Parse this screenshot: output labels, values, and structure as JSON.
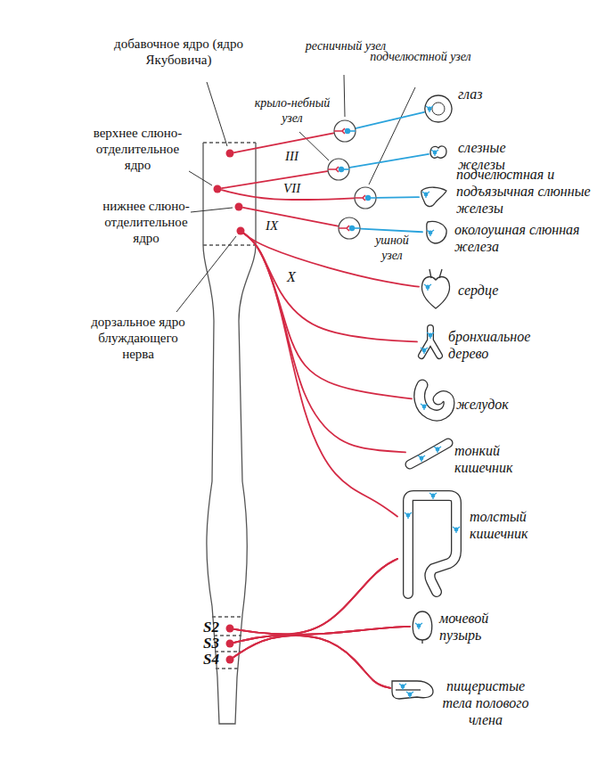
{
  "diagram": {
    "nodes": [
      {
        "text": [
          "добавочное ядро (ядро Якубовича)"
        ]
      },
      {
        "text": [
          "верхнее слюно-отделительное ядро"
        ]
      },
      {
        "text": [
          "нижнее слюно-отделительное ядро"
        ]
      },
      {
        "text": [
          "дорзальное ядро блуждающего нерва"
        ]
      },
      {
        "text": [
          "ресничный узел"
        ]
      },
      {
        "text": [
          "крыло-небный узел"
        ]
      },
      {
        "text": [
          "подчелюстной узел"
        ]
      },
      {
        "text": [
          "ушной узел"
        ]
      },
      {
        "text": [
          "глаз"
        ]
      },
      {
        "text": [
          "слезные железы"
        ]
      },
      {
        "text": [
          "подчелюстная и подъязычная слюнные железы"
        ]
      },
      {
        "text": [
          "околоушная слюнная железа"
        ]
      },
      {
        "text": [
          "сердце"
        ]
      },
      {
        "text": [
          "бронхиальное дерево"
        ]
      },
      {
        "text": [
          "желудок"
        ]
      },
      {
        "text": [
          "тонкий кишечник"
        ]
      },
      {
        "text": [
          "толстый кишечник"
        ]
      },
      {
        "text": [
          "мочевой пузырь"
        ]
      },
      {
        "text": [
          "пищеристые тела полового члена"
        ]
      },
      {
        "text": [
          "S2"
        ]
      },
      {
        "text": [
          "S3"
        ]
      },
      {
        "text": [
          "S4"
        ]
      }
    ],
    "edges": [
      {
        "from": 0,
        "to": 4,
        "arrow": "none"
      },
      {
        "from": 1,
        "to": 5,
        "arrow": "none"
      },
      {
        "from": 1,
        "to": 6,
        "arrow": "none"
      },
      {
        "from": 2,
        "to": 7,
        "arrow": "none"
      },
      {
        "from": 4,
        "to": 8,
        "arrow": "none"
      },
      {
        "from": 5,
        "to": 9,
        "arrow": "none"
      },
      {
        "from": 6,
        "to": 10,
        "arrow": "none"
      },
      {
        "from": 7,
        "to": 11,
        "arrow": "none"
      },
      {
        "from": 3,
        "to": 12,
        "arrow": "none"
      },
      {
        "from": 3,
        "to": 13,
        "arrow": "none"
      },
      {
        "from": 3,
        "to": 14,
        "arrow": "none"
      },
      {
        "from": 3,
        "to": 15,
        "arrow": "none"
      },
      {
        "from": 3,
        "to": 16,
        "arrow": "none"
      },
      {
        "from": 19,
        "to": 16,
        "arrow": "none"
      },
      {
        "from": 19,
        "to": 17,
        "arrow": "none"
      },
      {
        "from": 19,
        "to": 18,
        "arrow": "none"
      },
      {
        "from": 20,
        "to": 16,
        "arrow": "none"
      },
      {
        "from": 20,
        "to": 17,
        "arrow": "none"
      },
      {
        "from": 20,
        "to": 18,
        "arrow": "none"
      },
      {
        "from": 21,
        "to": 16,
        "arrow": "none"
      },
      {
        "from": 21,
        "to": 17,
        "arrow": "none"
      },
      {
        "from": 21,
        "to": 18,
        "arrow": "none"
      }
    ],
    "labels": [
      "III",
      "VII",
      "IX",
      "X"
    ]
  }
}
